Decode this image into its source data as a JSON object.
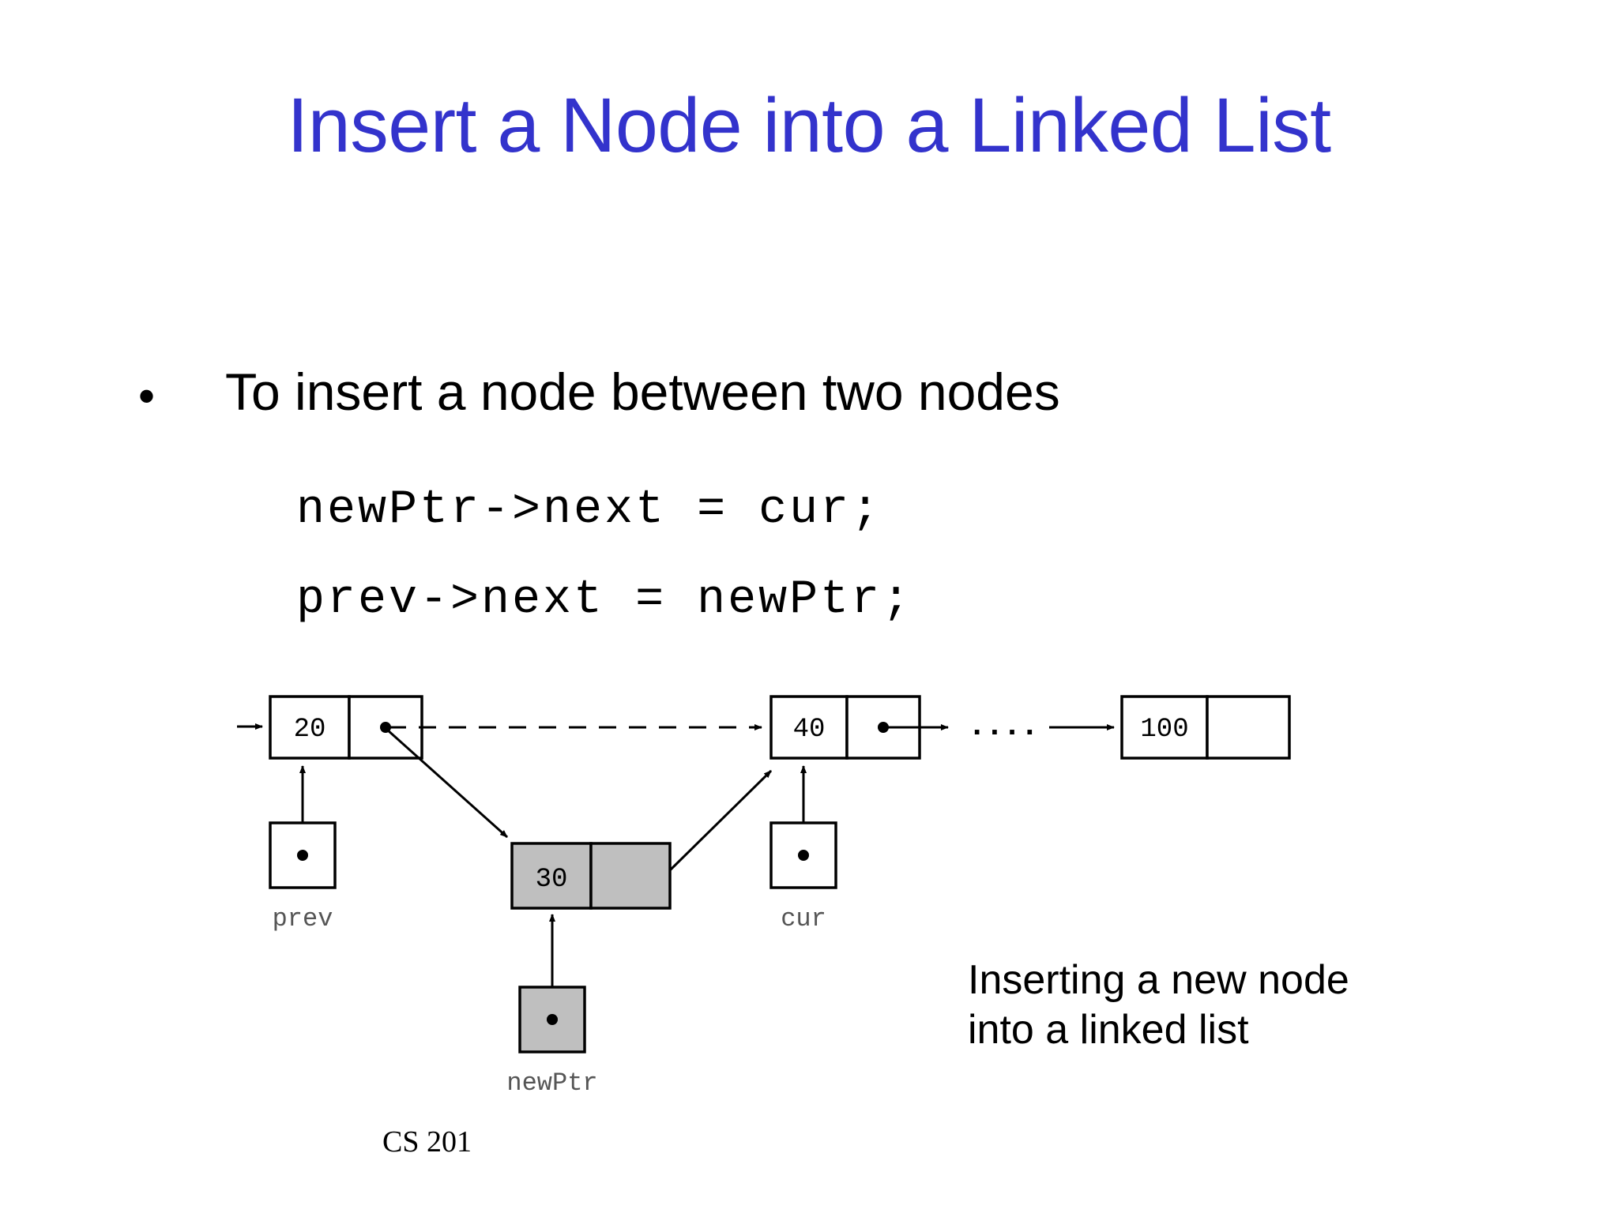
{
  "slide": {
    "title": "Insert a Node into a Linked List",
    "bullet": {
      "marker": "•",
      "text": "To insert a node between two nodes"
    },
    "code_lines": [
      "newPtr->next = cur;",
      "prev->next = newPtr;"
    ],
    "caption_lines": [
      "Inserting a new node",
      "into a linked list"
    ],
    "footer": "CS 201"
  },
  "diagram": {
    "type": "linked-list-insertion",
    "nodes": [
      {
        "id": "node20",
        "value": "20",
        "shaded": false
      },
      {
        "id": "node40",
        "value": "40",
        "shaded": false
      },
      {
        "id": "node100",
        "value": "100",
        "shaded": false
      },
      {
        "id": "node30",
        "value": "30",
        "shaded": true
      }
    ],
    "pointer_boxes": [
      {
        "id": "prev",
        "label": "prev",
        "shaded": false
      },
      {
        "id": "cur",
        "label": "cur",
        "shaded": false
      },
      {
        "id": "newPtr",
        "label": "newPtr",
        "shaded": true
      }
    ],
    "ellipsis": "....",
    "colors": {
      "title": "#3333cc",
      "text": "#000000",
      "node_fill": "#ffffff",
      "new_node_fill": "#bfbfbf",
      "stroke": "#000000"
    }
  }
}
